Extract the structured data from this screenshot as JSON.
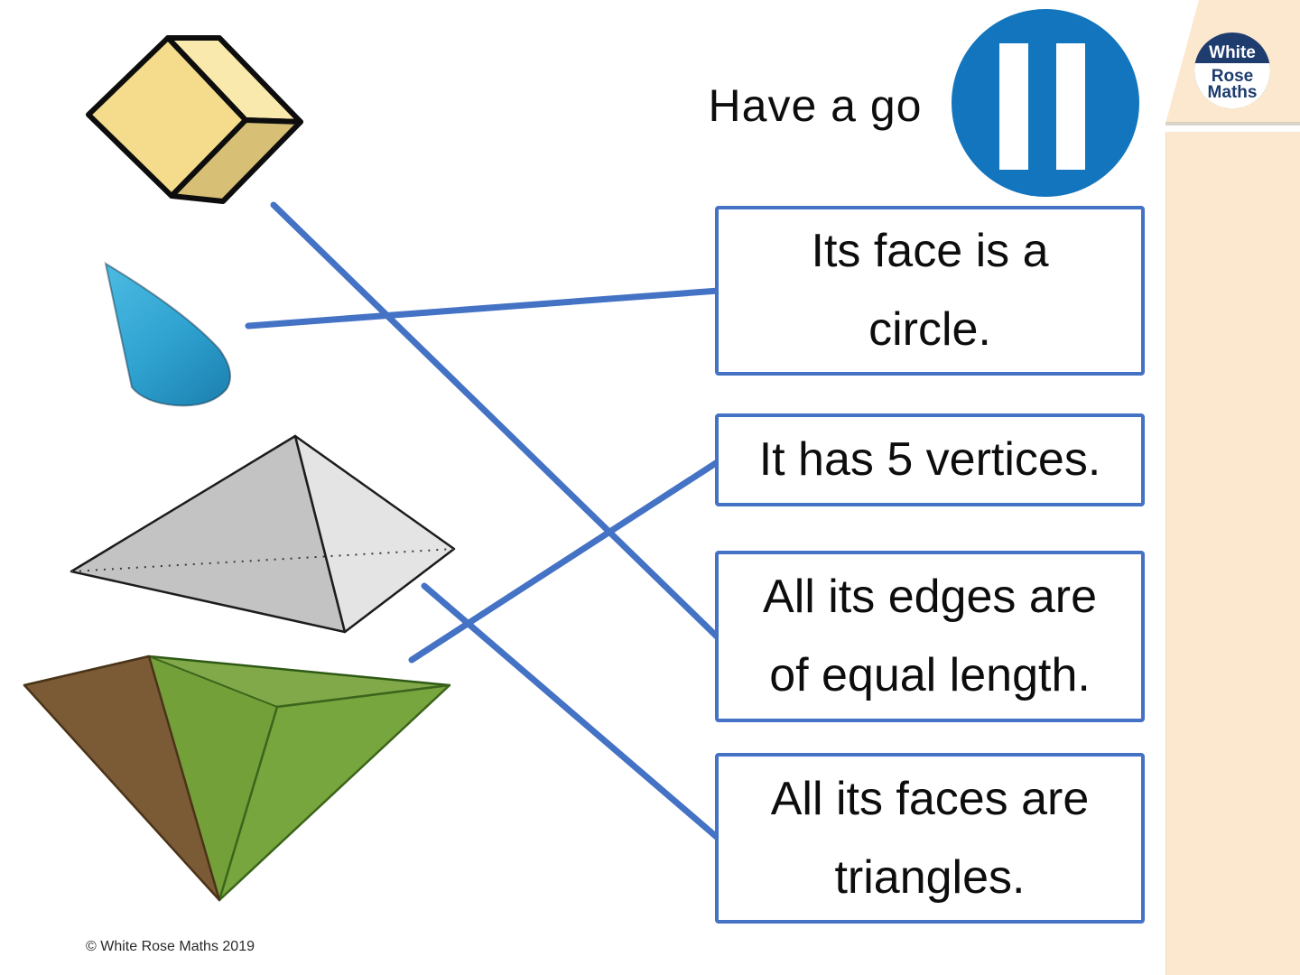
{
  "slide": {
    "heading": "Have a go",
    "footer": "© White Rose Maths 2019"
  },
  "header": {
    "pause_button": {
      "icon": "pause-icon",
      "color": "#1375BD"
    }
  },
  "logo": {
    "words": [
      "White",
      "Rose",
      "Maths"
    ],
    "circle_color": "#1E3C6E",
    "panel_color": "#FBE8CF"
  },
  "shapes": [
    {
      "id": "cube",
      "label": "cube",
      "colors": {
        "front": "#F4DC8C",
        "top": "#F9E9AC",
        "side": "#D7BF75",
        "outline": "#0d0d0d"
      }
    },
    {
      "id": "cone",
      "label": "cone",
      "colors": {
        "light": "#48B8E0",
        "dark": "#1C80B0"
      }
    },
    {
      "id": "square-pyramid",
      "label": "square pyramid",
      "colors": {
        "left_face": "#C3C3C3",
        "right_face": "#E4E4E4",
        "outline": "#1c1c1c"
      }
    },
    {
      "id": "tetrahedron",
      "label": "tetrahedron",
      "colors": {
        "top_face": "#81A94A",
        "left_face": "#7B5B35",
        "front_faces": "#74A139",
        "outline": "#3C651C"
      }
    }
  ],
  "cards": [
    {
      "id": "face-circle",
      "text": "Its face is a circle.",
      "lines": [
        "Its face is a",
        "circle."
      ]
    },
    {
      "id": "five-vertices",
      "text": "It has 5 vertices.",
      "lines": [
        "It has 5 vertices."
      ]
    },
    {
      "id": "equal-edges",
      "text": "All its edges are of equal length.",
      "lines": [
        "All its edges are",
        "of equal length."
      ]
    },
    {
      "id": "faces-triangles",
      "text": "All its faces are triangles.",
      "lines": [
        "All its faces are",
        "triangles."
      ]
    }
  ],
  "connections": [
    {
      "from": "cube",
      "to": "All its edges are of equal length."
    },
    {
      "from": "cone",
      "to": "Its face is a circle."
    },
    {
      "from": "square-pyramid",
      "to": "All its faces are triangles."
    },
    {
      "from": "tetrahedron",
      "to": "It has 5 vertices."
    }
  ],
  "colors": {
    "connector_blue": "#4472C4",
    "card_border": "#4472C4",
    "pause_blue": "#1375BD",
    "sidebar_cream": "#FBE8CF",
    "logo_navy": "#1E3C6E"
  }
}
